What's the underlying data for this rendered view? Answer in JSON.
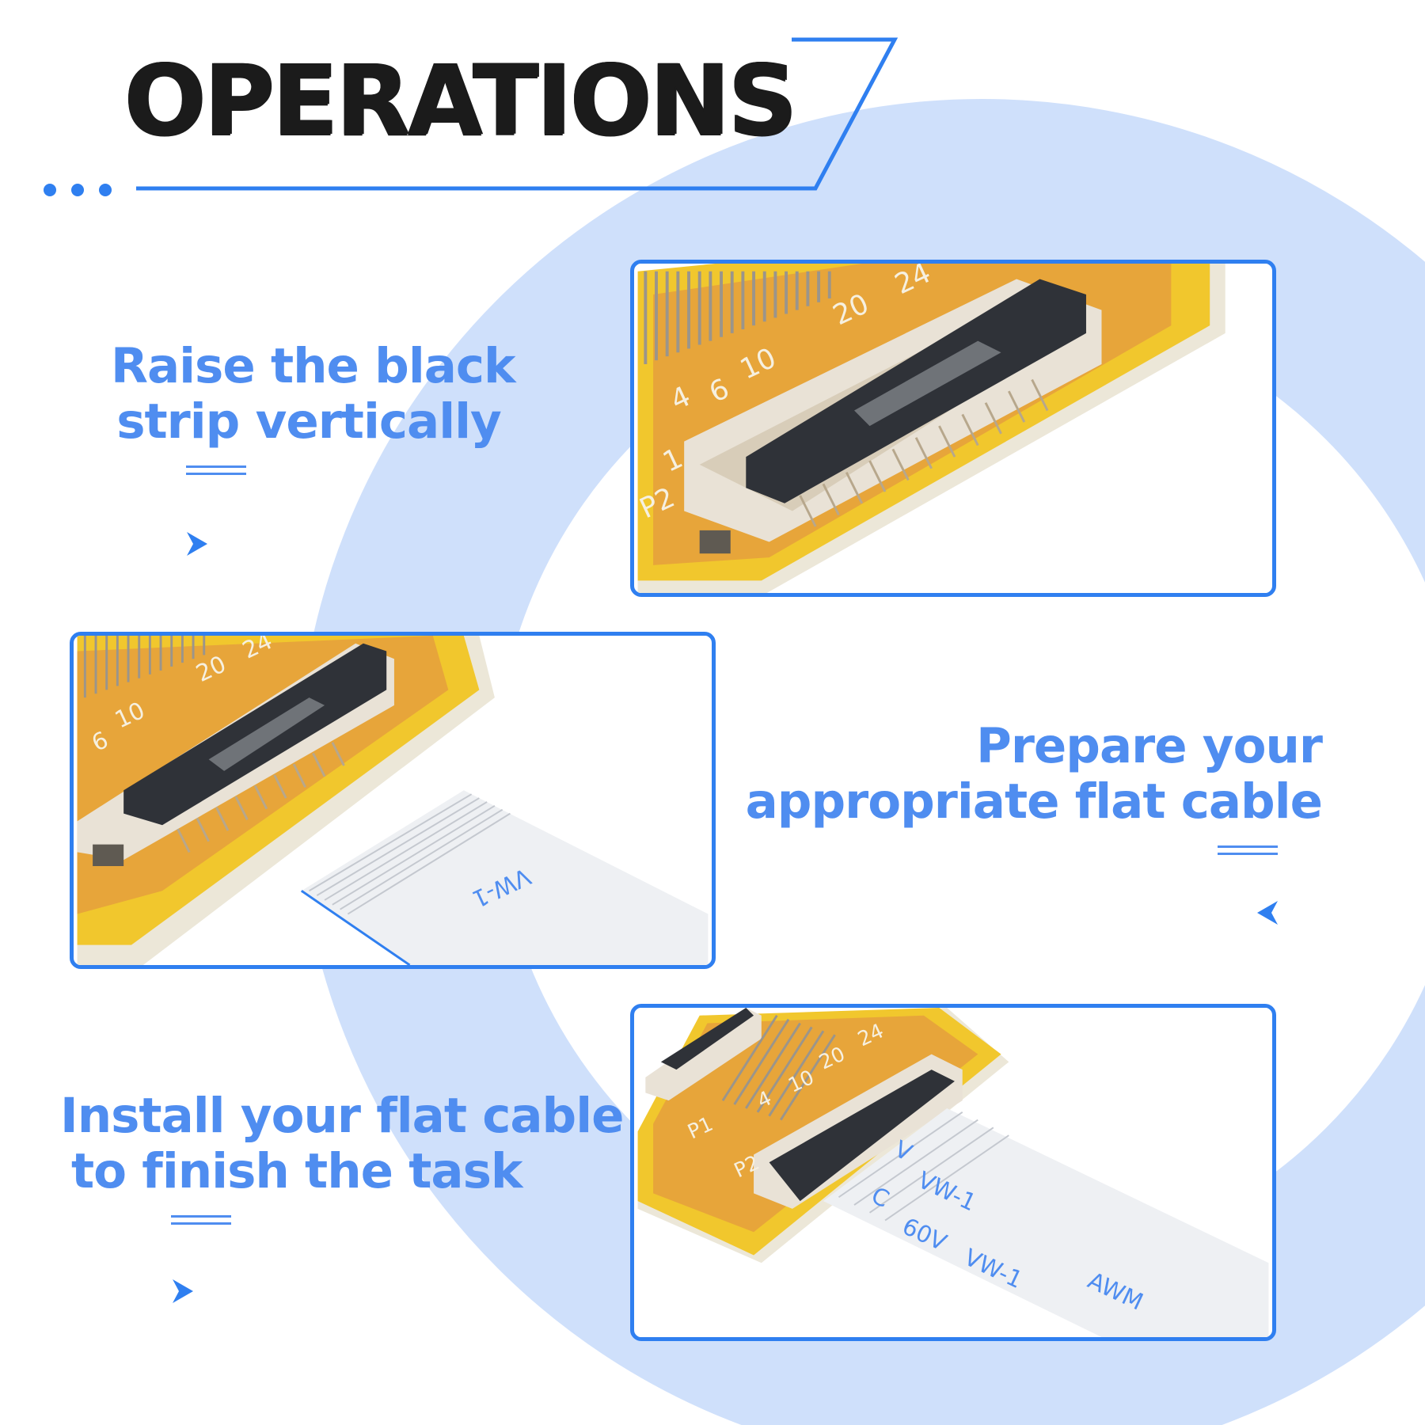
{
  "title": "OPERATIONS",
  "colors": {
    "accent": "#2f7ff0",
    "text_blue": "#4f8df0",
    "ring": "#cfe0fb",
    "title": "#1b1b1b",
    "board": "#f0c42a"
  },
  "steps": [
    {
      "line1": "Raise the black",
      "line2": "strip vertically",
      "arrow": "chevron-right-icon",
      "photo": "connector-latch-raised"
    },
    {
      "line1": "Prepare your",
      "line2": "appropriate flat cable",
      "arrow": "chevron-left-icon",
      "photo": "flat-cable-next-to-connector"
    },
    {
      "line1": "Install your flat cable",
      "line2": "to finish the task",
      "arrow": "chevron-right-icon",
      "photo": "flat-cable-installed"
    }
  ],
  "board_markings": {
    "pin_4": "4",
    "pin_6": "6",
    "pin_10": "10",
    "pin_20": "20",
    "pin_24": "24",
    "p1": "P1",
    "p2": "P2",
    "one": "1"
  },
  "cable_markings": {
    "vw": "VW-1",
    "volt": "60V",
    "awm": "AWM",
    "c": "C",
    "v": "V"
  }
}
